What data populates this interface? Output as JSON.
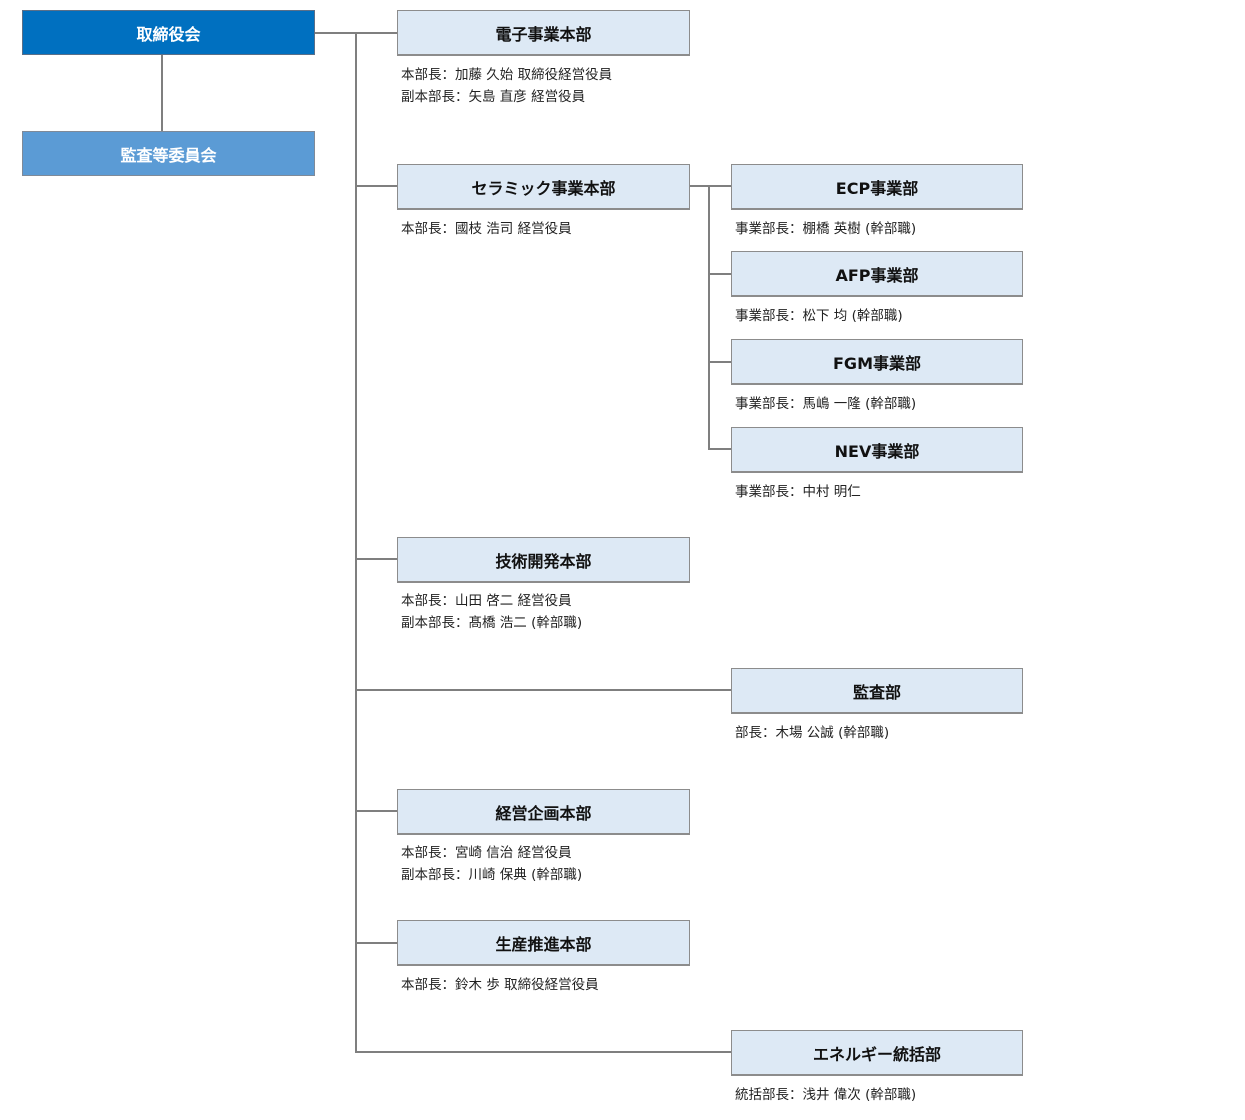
{
  "board": {
    "label": "取締役会"
  },
  "audit_committee": {
    "label": "監査等委員会"
  },
  "departments": {
    "electronics": {
      "label": "電子事業本部",
      "lines": [
        "本部長：加藤 久始 取締役経営役員",
        "副本部長：矢島 直彦 経営役員"
      ]
    },
    "ceramics": {
      "label": "セラミック事業本部",
      "lines": [
        "本部長：國枝 浩司 経営役員"
      ]
    },
    "tech_dev": {
      "label": "技術開発本部",
      "lines": [
        "本部長：山田 啓二 経営役員",
        "副本部長：髙橋 浩二 (幹部職)"
      ]
    },
    "audit_dept": {
      "label": "監査部",
      "lines": [
        "部長：木場 公誠 (幹部職)"
      ]
    },
    "planning": {
      "label": "経営企画本部",
      "lines": [
        "本部長：宮崎 信治 経営役員",
        "副本部長：川崎 保典 (幹部職)"
      ]
    },
    "production": {
      "label": "生産推進本部",
      "lines": [
        "本部長：鈴木 歩 取締役経営役員"
      ]
    },
    "energy": {
      "label": "エネルギー統括部",
      "lines": [
        "統括部長：浅井 偉次 (幹部職)"
      ]
    }
  },
  "ceramic_divisions": {
    "ecp": {
      "label": "ECP事業部",
      "lines": [
        "事業部長：棚橋 英樹 (幹部職)"
      ]
    },
    "afp": {
      "label": "AFP事業部",
      "lines": [
        "事業部長：松下 均 (幹部職)"
      ]
    },
    "fgm": {
      "label": "FGM事業部",
      "lines": [
        "事業部長：馬嶋 一隆 (幹部職)"
      ]
    },
    "nev": {
      "label": "NEV事業部",
      "lines": [
        "事業部長：中村 明仁"
      ]
    }
  },
  "colors": {
    "board": "#0070c0",
    "audit_committee": "#5b9bd5",
    "department": "#dde9f5",
    "connector": "#7f7f7f"
  }
}
